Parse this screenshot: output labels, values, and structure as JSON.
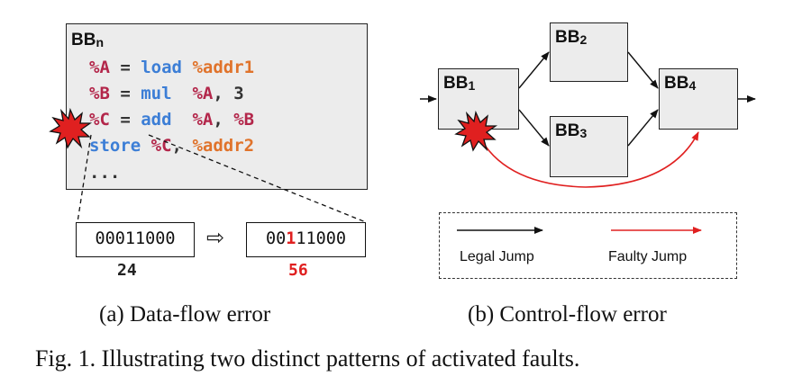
{
  "panel_a": {
    "block_name": "BB",
    "block_subscript": "n",
    "code_lines": [
      [
        {
          "t": "%A",
          "c": "reg"
        },
        {
          "t": " = ",
          "c": "plain"
        },
        {
          "t": "load",
          "c": "kw"
        },
        {
          "t": " ",
          "c": "plain"
        },
        {
          "t": "%addr1",
          "c": "addr"
        }
      ],
      [
        {
          "t": "%B",
          "c": "reg"
        },
        {
          "t": " = ",
          "c": "plain"
        },
        {
          "t": "mul",
          "c": "kw"
        },
        {
          "t": "  ",
          "c": "plain"
        },
        {
          "t": "%A",
          "c": "reg"
        },
        {
          "t": ", 3",
          "c": "plain"
        }
      ],
      [
        {
          "t": "%C",
          "c": "reg"
        },
        {
          "t": " = ",
          "c": "plain"
        },
        {
          "t": "add",
          "c": "kw"
        },
        {
          "t": "  ",
          "c": "plain"
        },
        {
          "t": "%A",
          "c": "reg"
        },
        {
          "t": ", ",
          "c": "plain"
        },
        {
          "t": "%B",
          "c": "reg"
        }
      ],
      [
        {
          "t": "store",
          "c": "kw"
        },
        {
          "t": " ",
          "c": "plain"
        },
        {
          "t": "%C",
          "c": "reg"
        },
        {
          "t": ", ",
          "c": "plain"
        },
        {
          "t": "%addr2",
          "c": "addr"
        }
      ],
      [
        {
          "t": "...",
          "c": "plain"
        }
      ]
    ],
    "original_bits": "00011000",
    "original_value": "24",
    "faulty_bits_prefix": "00",
    "faulty_bits_flip": "1",
    "faulty_bits_suffix": "11000",
    "faulty_value": "56",
    "arrow_symbol": "⇨"
  },
  "panel_b": {
    "blocks": [
      {
        "name": "BB",
        "sub": "1"
      },
      {
        "name": "BB",
        "sub": "2"
      },
      {
        "name": "BB",
        "sub": "3"
      },
      {
        "name": "BB",
        "sub": "4"
      }
    ],
    "legend": {
      "legal": "Legal Jump",
      "faulty": "Faulty Jump"
    }
  },
  "colors": {
    "fault": "#e02020",
    "register": "#b3264a",
    "keyword": "#3c7ed6",
    "address": "#e0732b",
    "block_fill": "#ececec"
  },
  "captions": {
    "sub_a": "(a) Data-flow error",
    "sub_b": "(b) Control-flow error",
    "figure": "Fig. 1.  Illustrating two distinct patterns of activated faults."
  }
}
